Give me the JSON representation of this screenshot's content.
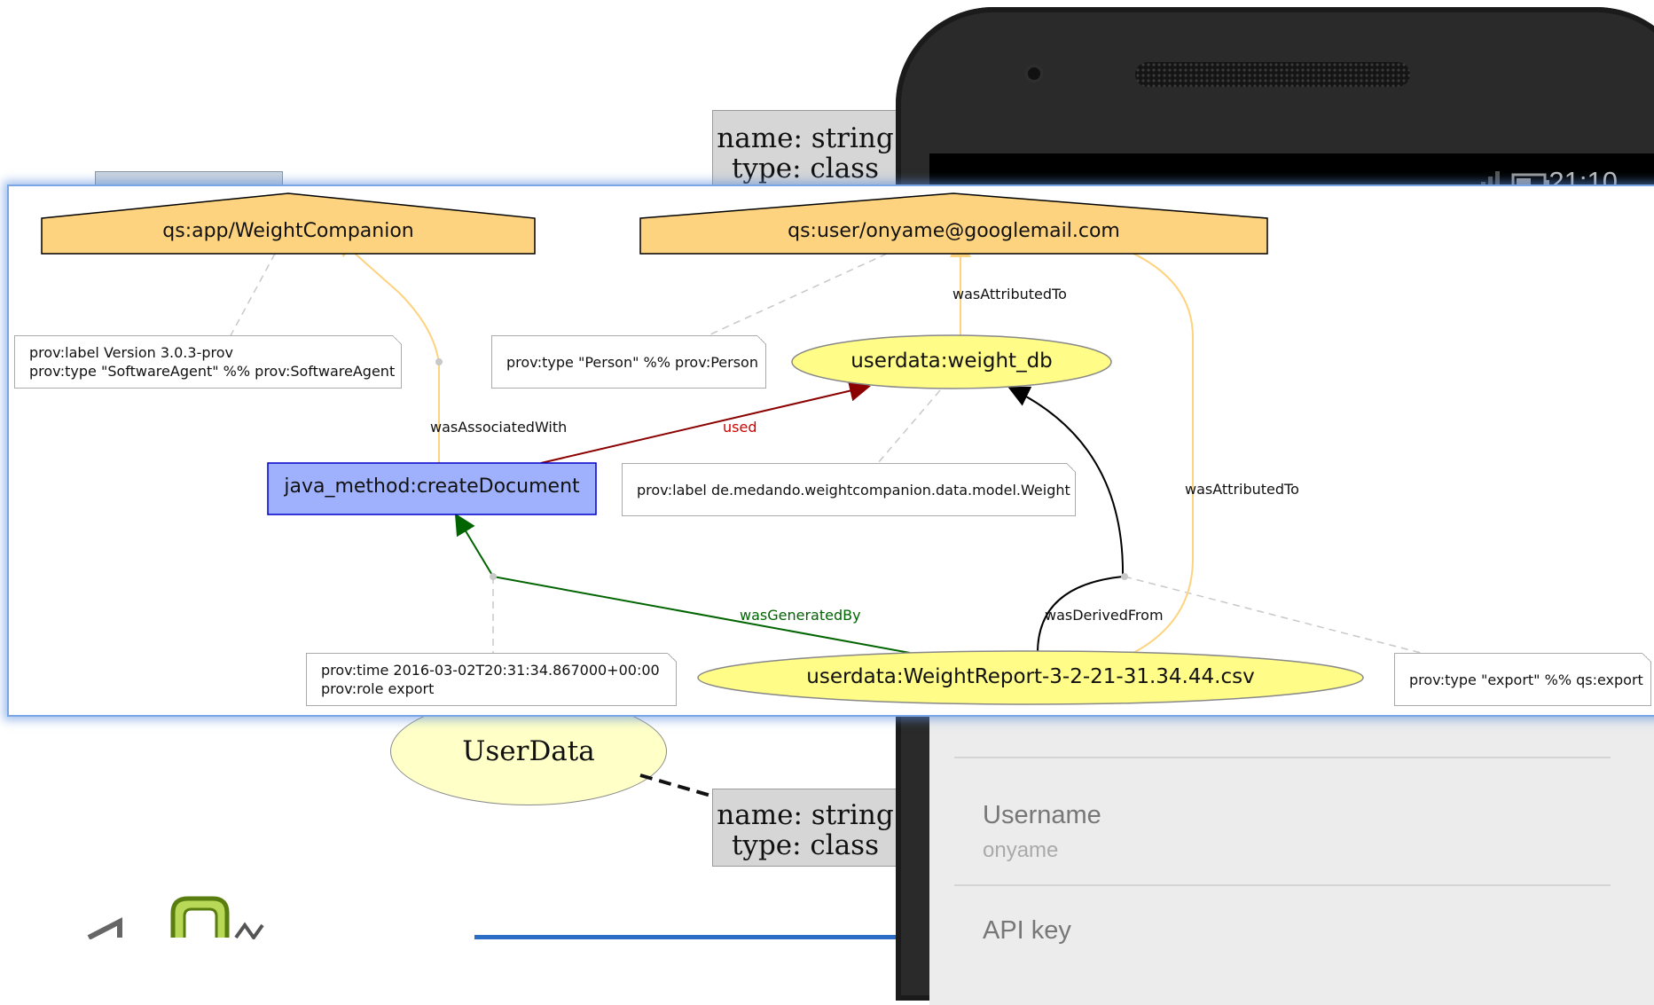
{
  "background": {
    "notes": [
      {
        "name": "name: string",
        "type": "type: class"
      },
      {
        "name": "name: string",
        "type": "type: class"
      }
    ],
    "entity": "UserData"
  },
  "phone": {
    "status_time": "21:10",
    "fields": [
      {
        "label": "Username",
        "value": "onyame"
      },
      {
        "label": "API key",
        "value": ""
      }
    ]
  },
  "diagram": {
    "agents": [
      {
        "id": "app",
        "label": "qs:app/WeightCompanion",
        "color": "#fed37f"
      },
      {
        "id": "user",
        "label": "qs:user/onyame@googlemail.com",
        "color": "#fed37f"
      }
    ],
    "activity": {
      "label": "java_method:createDocument",
      "color": "#9fb1fc"
    },
    "entities": [
      {
        "id": "weight_db",
        "label": "userdata:weight_db",
        "color": "#fffc87"
      },
      {
        "id": "report",
        "label": "userdata:WeightReport-3-2-21-31.34.44.csv",
        "color": "#fffc87"
      }
    ],
    "notes": {
      "app": [
        "prov:label Version 3.0.3-prov",
        "prov:type  \"SoftwareAgent\" %% prov:SoftwareAgent"
      ],
      "user": [
        "prov:type  \"Person\" %% prov:Person"
      ],
      "weight_db": [
        "prov:label de.medando.weightcompanion.data.model.Weight"
      ],
      "generation": [
        "prov:time  2016-03-02T20:31:34.867000+00:00",
        "prov:role   export"
      ],
      "report": [
        "prov:type  \"export\" %% qs:export"
      ]
    },
    "edges": {
      "wasAssociatedWith": "wasAssociatedWith",
      "wasAttributedTo_db": "wasAttributedTo",
      "wasAttributedTo_report": "wasAttributedTo",
      "used": "used",
      "wasGeneratedBy": "wasGeneratedBy",
      "wasDerivedFrom": "wasDerivedFrom"
    },
    "edge_colors": {
      "associated": "#fed37f",
      "used": "#8b0000",
      "generated": "#006400",
      "derived": "#000000",
      "attributed": "#fed37f"
    }
  }
}
